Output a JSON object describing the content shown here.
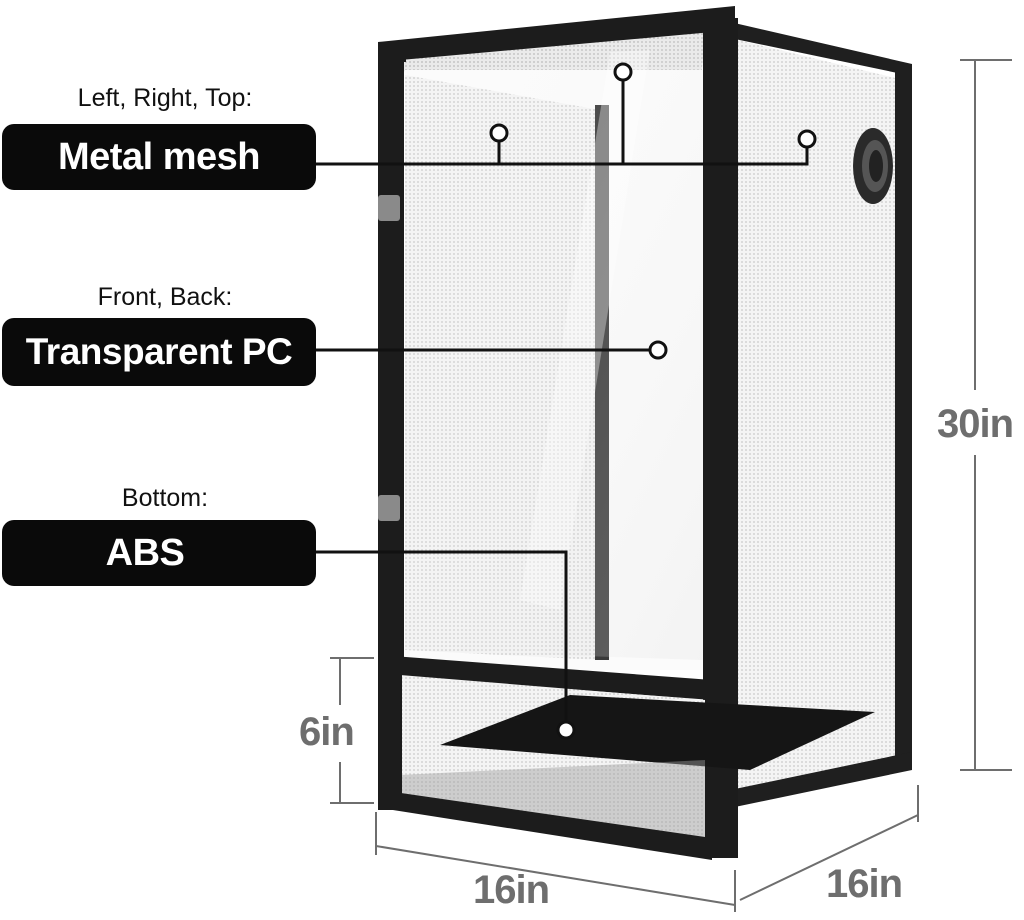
{
  "labels": {
    "mesh": {
      "caption": "Left, Right, Top:",
      "value": "Metal mesh"
    },
    "pc": {
      "caption": "Front, Back:",
      "value": "Transparent PC"
    },
    "bottom": {
      "caption": "Bottom:",
      "value": "ABS"
    }
  },
  "dimensions": {
    "height": "30in",
    "base_height": "6in",
    "width": "16in",
    "depth": "16in"
  },
  "colors": {
    "pill_background": "#0a0a0a",
    "pill_text": "#ffffff",
    "dimension_text": "#6e6e6e",
    "frame": "#1a1a1a"
  }
}
